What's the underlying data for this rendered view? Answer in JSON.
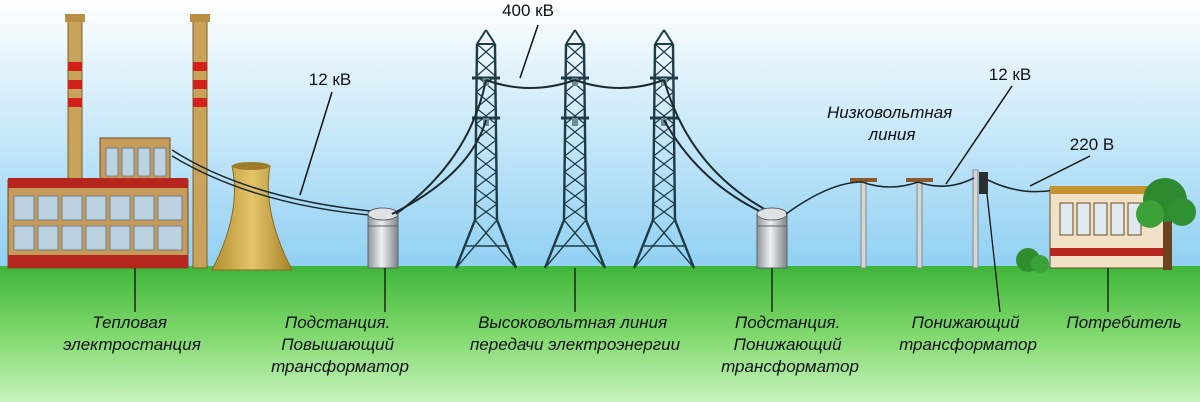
{
  "voltages": {
    "generation": "12 кВ",
    "transmission": "400 кВ",
    "distribution": "12 кВ",
    "consumer": "220 В"
  },
  "line_label": [
    "Низковольтная",
    "линия"
  ],
  "captions": {
    "power_plant": [
      "Тепловая",
      "электростанция"
    ],
    "step_up": [
      "Подстанция.",
      "Повышающий",
      "трансформатор"
    ],
    "hv_line": [
      "Высоковольтная линия",
      "передачи электроэнергии"
    ],
    "step_down": [
      "Подстанция.",
      "Понижающий",
      "трансформатор"
    ],
    "pole_transformer": [
      "Понижающий",
      "трансформатор"
    ],
    "consumer": [
      "Потребитель"
    ]
  },
  "colors": {
    "sky_top": "#ffffff",
    "sky_bottom": "#8fd0f3",
    "grass": "#41b93a",
    "grass_light": "#8fe27c",
    "building_red": "#b5261e",
    "building_wall": "#c79b5a",
    "cooling_tower": "#d6b24e",
    "tower_steel": "#1f3c46"
  }
}
